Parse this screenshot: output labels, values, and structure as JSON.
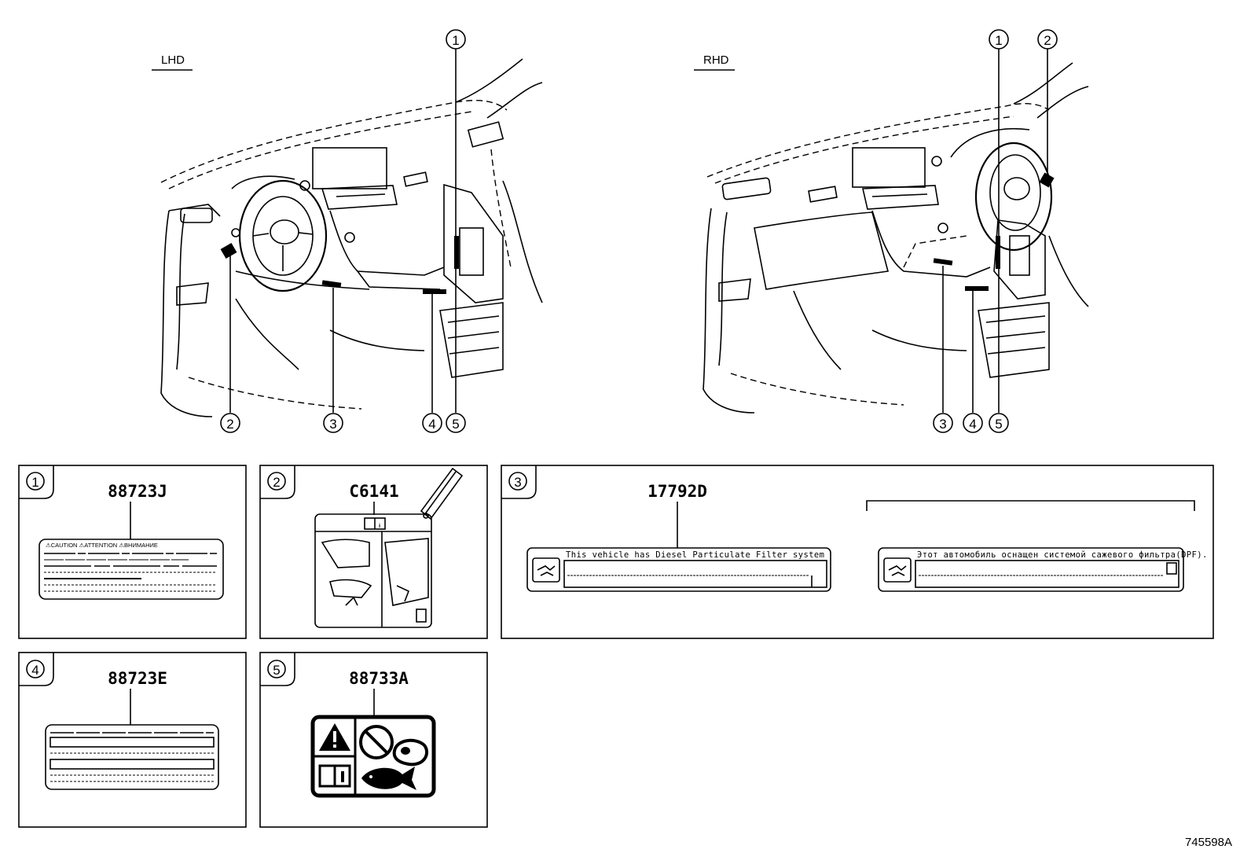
{
  "views": {
    "lhd": {
      "caption": "LHD",
      "callouts": [
        "1",
        "2",
        "3",
        "4",
        "5"
      ]
    },
    "rhd": {
      "caption": "RHD",
      "callouts": [
        "1",
        "2",
        "3",
        "4",
        "5"
      ]
    }
  },
  "panels": [
    {
      "index": "1",
      "part_number": "88723J",
      "label_text": "⚠CAUTION  ⚠ATTENTION  ⚠ВНИМАНИЕ"
    },
    {
      "index": "2",
      "part_number": "C6141"
    },
    {
      "index": "3",
      "part_number": "17792D",
      "label_left": "This vehicle has Diesel Particulate Filter system",
      "label_right": "Этот автомобиль оснащен системой сажевого фильтра(DPF)."
    },
    {
      "index": "4",
      "part_number": "88723E"
    },
    {
      "index": "5",
      "part_number": "88733A"
    }
  ],
  "figure_id": "745598A",
  "icons": [
    "warning-triangle-icon",
    "no-entry-icon",
    "manual-book-icon",
    "meat-icon",
    "fish-icon",
    "dpf-icon"
  ]
}
